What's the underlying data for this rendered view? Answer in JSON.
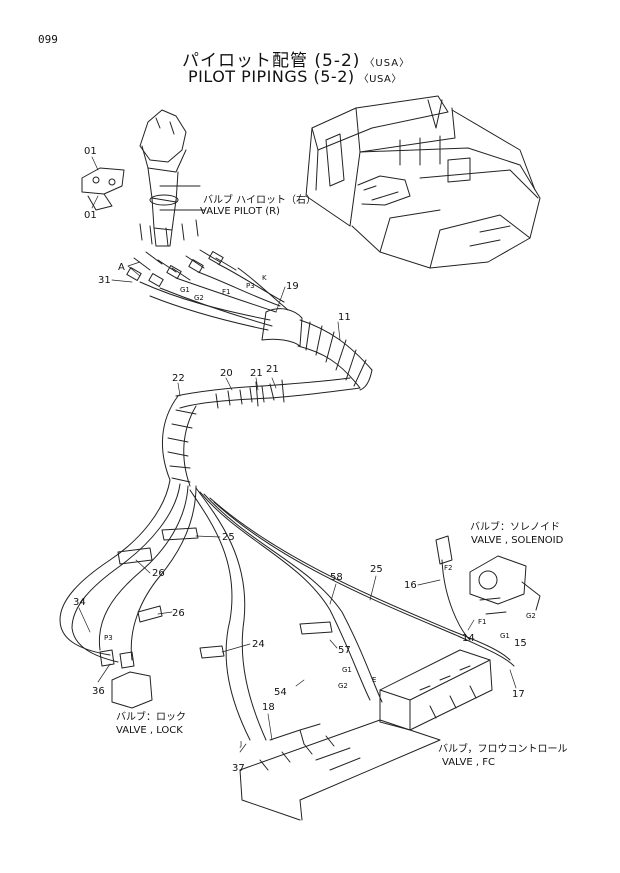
{
  "page_number": "099",
  "title": {
    "jp": "パイロット配管 (5-2)",
    "jp_suffix": "〈USA〉",
    "en": "PILOT PIPINGS (5-2)",
    "en_suffix": "〈USA〉"
  },
  "labels": {
    "valve_pilot_jp": "バルブ ハイロット（右）",
    "valve_pilot_en": "VALVE PILOT (R)",
    "valve_solenoid_jp": "バルブ：ソレノイド",
    "valve_solenoid_en": "VALVE , SOLENOID",
    "valve_lock_jp": "バルブ：ロック",
    "valve_lock_en": "VALVE , LOCK",
    "valve_fc_jp": "バルブ，フロウコントロール",
    "valve_fc_en": "VALVE , FC"
  },
  "part_numbers": {
    "p01a": "01",
    "p01b": "01",
    "p31": "31",
    "pA": "A",
    "p19": "19",
    "p11": "11",
    "p22": "22",
    "p20": "20",
    "p21a": "21",
    "p21b": "21",
    "p25a": "25",
    "p26a": "26",
    "p34": "34",
    "p26b": "26",
    "p24": "24",
    "p36": "36",
    "p54": "54",
    "p18": "18",
    "p37": "37",
    "p58": "58",
    "p25b": "25",
    "p16": "16",
    "p57": "57",
    "p14": "14",
    "p15": "15",
    "p17": "17"
  },
  "port_marks": {
    "K": "K",
    "P3a": "P3",
    "G1a": "G1",
    "G2a": "G2",
    "F1a": "F1",
    "F2": "F2",
    "F1b": "F1",
    "G1b": "G1",
    "G2b": "G2",
    "P3b": "P3",
    "G1c": "G1",
    "G2c": "G2",
    "E": "E",
    "J": "J"
  }
}
